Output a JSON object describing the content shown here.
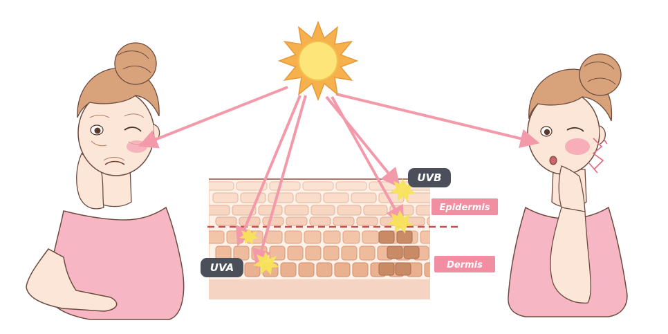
{
  "labels": {
    "uvb": "UVB",
    "uva": "UVA",
    "epidermis": "Epidermis",
    "dermis": "Dermis"
  },
  "colors": {
    "ray": "#f39aaa",
    "sun_core": "#fde57a",
    "sun_rays": "#f6b14c",
    "label_dark_bg": "#4a4f5a",
    "label_pink_bg": "#f28ea1",
    "skin_cell": "#f6dcc9",
    "skin_outline": "#e7b59a",
    "dermis_cell": "#ecb99a",
    "boundary_line": "#c0514f",
    "shirt": "#f7b6c4",
    "hair": "#d8a27a",
    "skin": "#fbe6d7",
    "blush": "#f7a3b4",
    "uv_spark": "#f8e45a"
  },
  "icons": [
    "sun-icon",
    "uv-spark-icon"
  ]
}
